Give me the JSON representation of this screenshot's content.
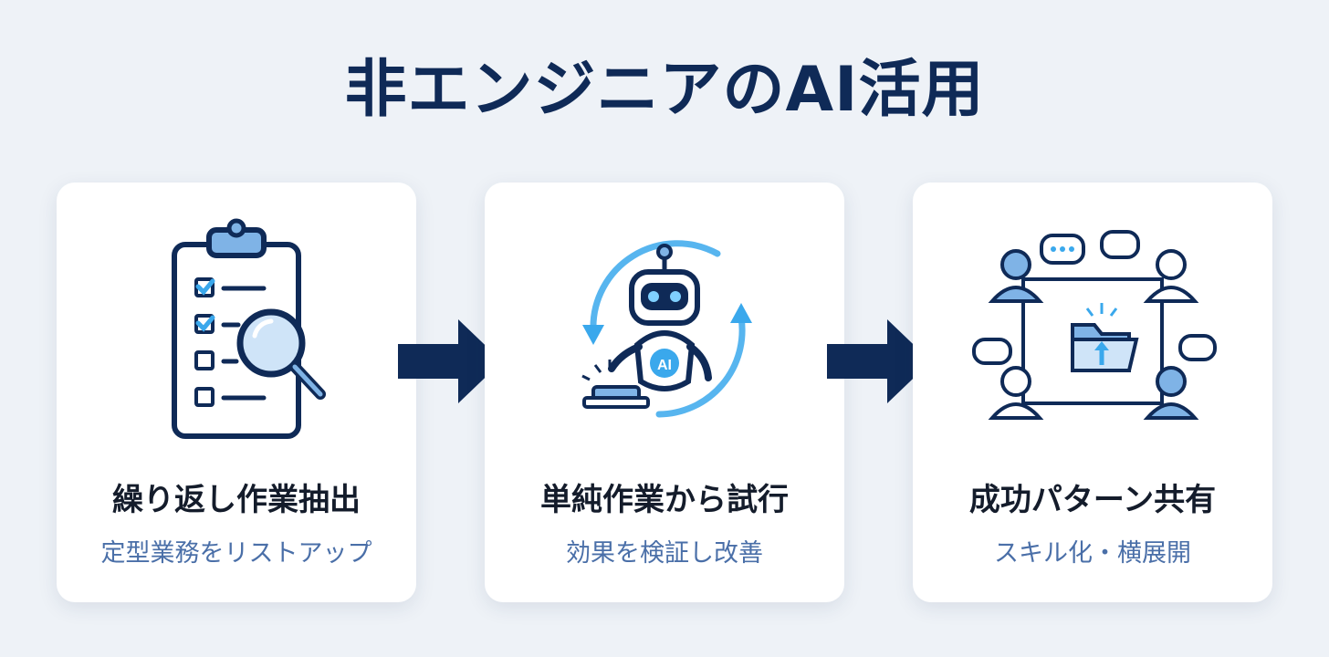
{
  "title": "非エンジニアのAI活用",
  "steps": [
    {
      "title": "繰り返し作業抽出",
      "subtitle": "定型業務をリストアップ",
      "icon": "clipboard-search-icon"
    },
    {
      "title": "単純作業から試行",
      "subtitle": "効果を検証し改善",
      "icon": "ai-robot-icon",
      "badge": "AI"
    },
    {
      "title": "成功パターン共有",
      "subtitle": "スキル化・横展開",
      "icon": "team-share-icon"
    }
  ],
  "colors": {
    "navy": "#0f2a57",
    "accent_blue": "#3aa8ec",
    "light_blue": "#7fb3e6",
    "subtitle": "#4a6fa8"
  }
}
